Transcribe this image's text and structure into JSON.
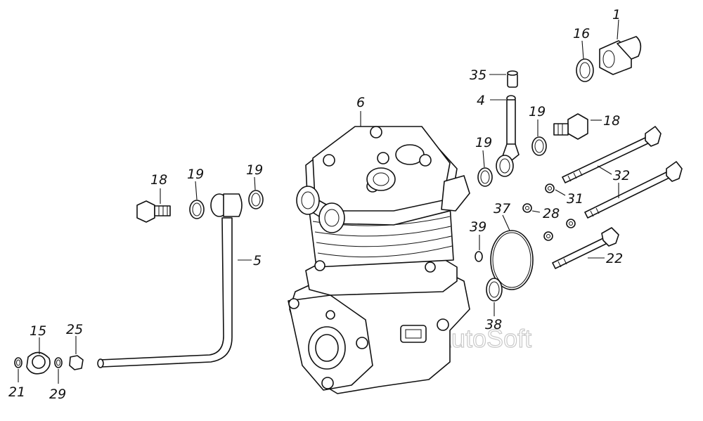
{
  "watermark": "AutoSoft",
  "callouts": [
    {
      "id": "c1",
      "text": "1"
    },
    {
      "id": "c16",
      "text": "16"
    },
    {
      "id": "c35",
      "text": "35"
    },
    {
      "id": "c4",
      "text": "4"
    },
    {
      "id": "c19a",
      "text": "19"
    },
    {
      "id": "c18a",
      "text": "18"
    },
    {
      "id": "c6",
      "text": "6"
    },
    {
      "id": "c19b",
      "text": "19"
    },
    {
      "id": "c32a",
      "text": "32"
    },
    {
      "id": "c18b",
      "text": "18"
    },
    {
      "id": "c19c",
      "text": "19"
    },
    {
      "id": "c19d",
      "text": "19"
    },
    {
      "id": "c31",
      "text": "31"
    },
    {
      "id": "c37",
      "text": "37"
    },
    {
      "id": "c28",
      "text": "28"
    },
    {
      "id": "c39",
      "text": "39"
    },
    {
      "id": "c5",
      "text": "5"
    },
    {
      "id": "c22",
      "text": "22"
    },
    {
      "id": "c38",
      "text": "38"
    },
    {
      "id": "c15",
      "text": "15"
    },
    {
      "id": "c25",
      "text": "25"
    },
    {
      "id": "c21",
      "text": "21"
    },
    {
      "id": "c29",
      "text": "29"
    }
  ]
}
